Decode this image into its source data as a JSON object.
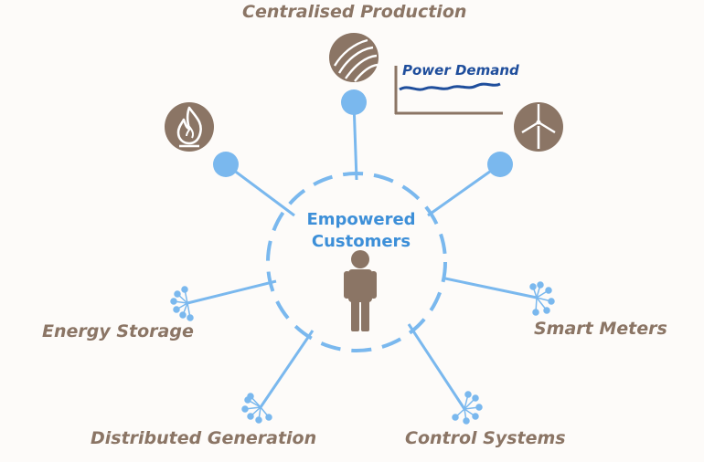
{
  "title": "Centralised Production",
  "center": {
    "line1": "Empowered",
    "line2": "Customers"
  },
  "power_demand": "Power Demand",
  "labels": {
    "energy_storage": "Energy Storage",
    "distributed_generation": "Distributed Generation",
    "control_systems": "Control Systems",
    "smart_meters": "Smart Meters"
  },
  "icons": [
    "fire-icon",
    "solar-panel-icon",
    "wind-turbine-icon",
    "person-icon"
  ],
  "colors": {
    "line": "#7ab8ee",
    "node": "#7ab8ee",
    "icon": "#8b7565",
    "label": "#8b7565",
    "center_text": "#3d8fd8",
    "demand": "#1f4e9c"
  }
}
